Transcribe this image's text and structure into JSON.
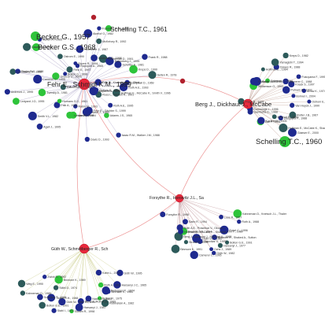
{
  "colors": {
    "hub": "#e8283c",
    "inter_edge": "#e87878",
    "edge_schmidt": "#8a7eb0",
    "edge_berg": "#aa8070",
    "edge_forsythe": "#b07a80",
    "edge_guth": "#b5b85a",
    "leaf_navy": "#1f2a8f",
    "leaf_teal": "#2d5a5a",
    "leaf_green": "#2ec43a",
    "leaf_red": "#b0202c"
  },
  "hubs": [
    {
      "id": "schmidt",
      "label": "Fehr E., Schmidt K.M., 1999"
    },
    {
      "id": "berg",
      "label": "Berg J., Dickhaut J., McCabe"
    },
    {
      "id": "forsythe",
      "label": "Forsythe R., Horowitz J.L., Sa"
    },
    {
      "id": "guth",
      "label": "Güth W., Schmittberger R., Sch"
    }
  ],
  "big_labels": [
    {
      "hub": "schmidt",
      "text": "Schelling T.C., 1961"
    },
    {
      "hub": "schmidt",
      "text": "Becker G., 1957"
    },
    {
      "hub": "schmidt",
      "text": "Becker G.S., 1968"
    },
    {
      "hub": "berg",
      "text": "Schelling T.C., 1960"
    }
  ],
  "leaves": {
    "schmidt": [
      "Campbell D., 1969",
      "Roth A.E., 1993",
      "Hoffman E., McCabe K., Smith V., 1996",
      "Osborn E., 1994",
      "Ross L., Nisbett R., 1991",
      "Hayashi N., 1994",
      "Roth A.E., 1995",
      "Adams J.S., 1965",
      "Isaac R.M., Walker J.M., 1988",
      "Fehr E., Gächter S., 1999",
      "Nash J., 1950",
      "Davis D., 1993",
      "Isaac R., 1994",
      "Rabin M., 1993",
      "Levine D., 1998",
      "Falk A., 1998",
      "Agell J., 1995",
      "Homans G.C., 1961",
      "Smith V.L., 1982",
      "Ledyard J.O., 1995",
      "Kahneman D., 1986",
      "Tversky A., 1981",
      "Andreoni J., 1995",
      "Camerer C., 1995",
      "Lumsdaine R., 1992",
      "Thaler R.H., 1988",
      "Gneezy U., 2000",
      "Dawes R., 1980",
      "Bolton G., 1998",
      "Selten R., 1965",
      "Fehr E., 1997",
      "Ostrom E., 1990",
      "Storen R., 1994",
      "Rapoport A., 1965",
      "Hirshleifer J., 1987",
      "Akerlof G., 1982",
      "McKelvey R., 1992",
      "Francisco R.M., 1998",
      "Hackman D., 1998",
      "Kahneman D., 1991",
      "Rotemberg J., 1995",
      "Schotter A., 1981",
      "Frank R., 1988",
      "Kreps D., 1990",
      "Selten R., 1978",
      "Fehr E., Kirchsteiger G., Ried..."
    ],
    "berg": [
      "Williamson O., 1993",
      "Rabin M., 1993",
      "Smith V.L., 1986",
      "Coleman J., 1990",
      "Hoffman E., 1994",
      "Dawes R., 1988",
      "Yamagishi T., 1994",
      "Kreps D., 1982",
      "Camerer C., 1988",
      "Fukuyama F., 1995",
      "Knack S., 1997",
      "Putnam R., 1993",
      "Arrow K., 1974",
      "Bohnet I., 2004",
      "Ostrom E., 1998",
      "Van Huyck J., 1990",
      "Rotter J.B., 1967",
      "Glaeser E., 2000",
      "Dasgupta P., 1988",
      "Hoffman E., McCabe K., Shachat",
      "Axelrod R., 1984",
      "Zak P., 2001",
      "Kosfeld M., 2005",
      "Gambetta D., 1988",
      "Cummings L., 1996",
      "Frank R., 1998"
    ],
    "forsythe": [
      "Luce R., 1957",
      "Kahneman D., Knetsch J.L., Thaler",
      "Roth A., 1988",
      "Kim Y., 1989",
      "Eckel C., 1996",
      "Bolton G.E., 1991",
      "Binmore K., Shaked A., Sutton",
      "Harsanyi J., 1977",
      "Güth W., 1982",
      "Ochs J., 1989",
      "Prasnikar V., 1992",
      "Camerer C., 1995",
      "Smith V.L., 1982",
      "Binmore K., 1991",
      "Straub P., 1995",
      "Berg J., Dickhaut J., McCabe K., 1995",
      "Saunders R., 1994",
      "Hoffman E., McCabe K., Shachat",
      "Roth A.E., Prasnikar V., Okuno...",
      "Forsythe R., 1998",
      "Sarin R., 1994"
    ],
    "guth": [
      "Kahn L., 2010",
      "Güth W., 1995",
      "Harsanyi J.C., 1965",
      "Roth A., 1991",
      "Nydegger R., 1974",
      "Binmore K., 1985",
      "Rubinstein A., 1982",
      "Selten R., 1975",
      "Nash J.F., 1953",
      "Ochs J., Roth A.E., 1989",
      "Harsanyi J., 1987",
      "Slonim R., 1998",
      "Stahl I., 1972",
      "Güth W., Tietz R., 1990",
      "Thaler R.H., 1988",
      "Bolton G.E., 1991",
      "Schelling T., 1960",
      "Stähl D., 1974",
      "Kahneman D., 1986",
      "Weg E., 1990",
      "Zwick R., 1992",
      "Binmore K., 1989"
    ]
  }
}
